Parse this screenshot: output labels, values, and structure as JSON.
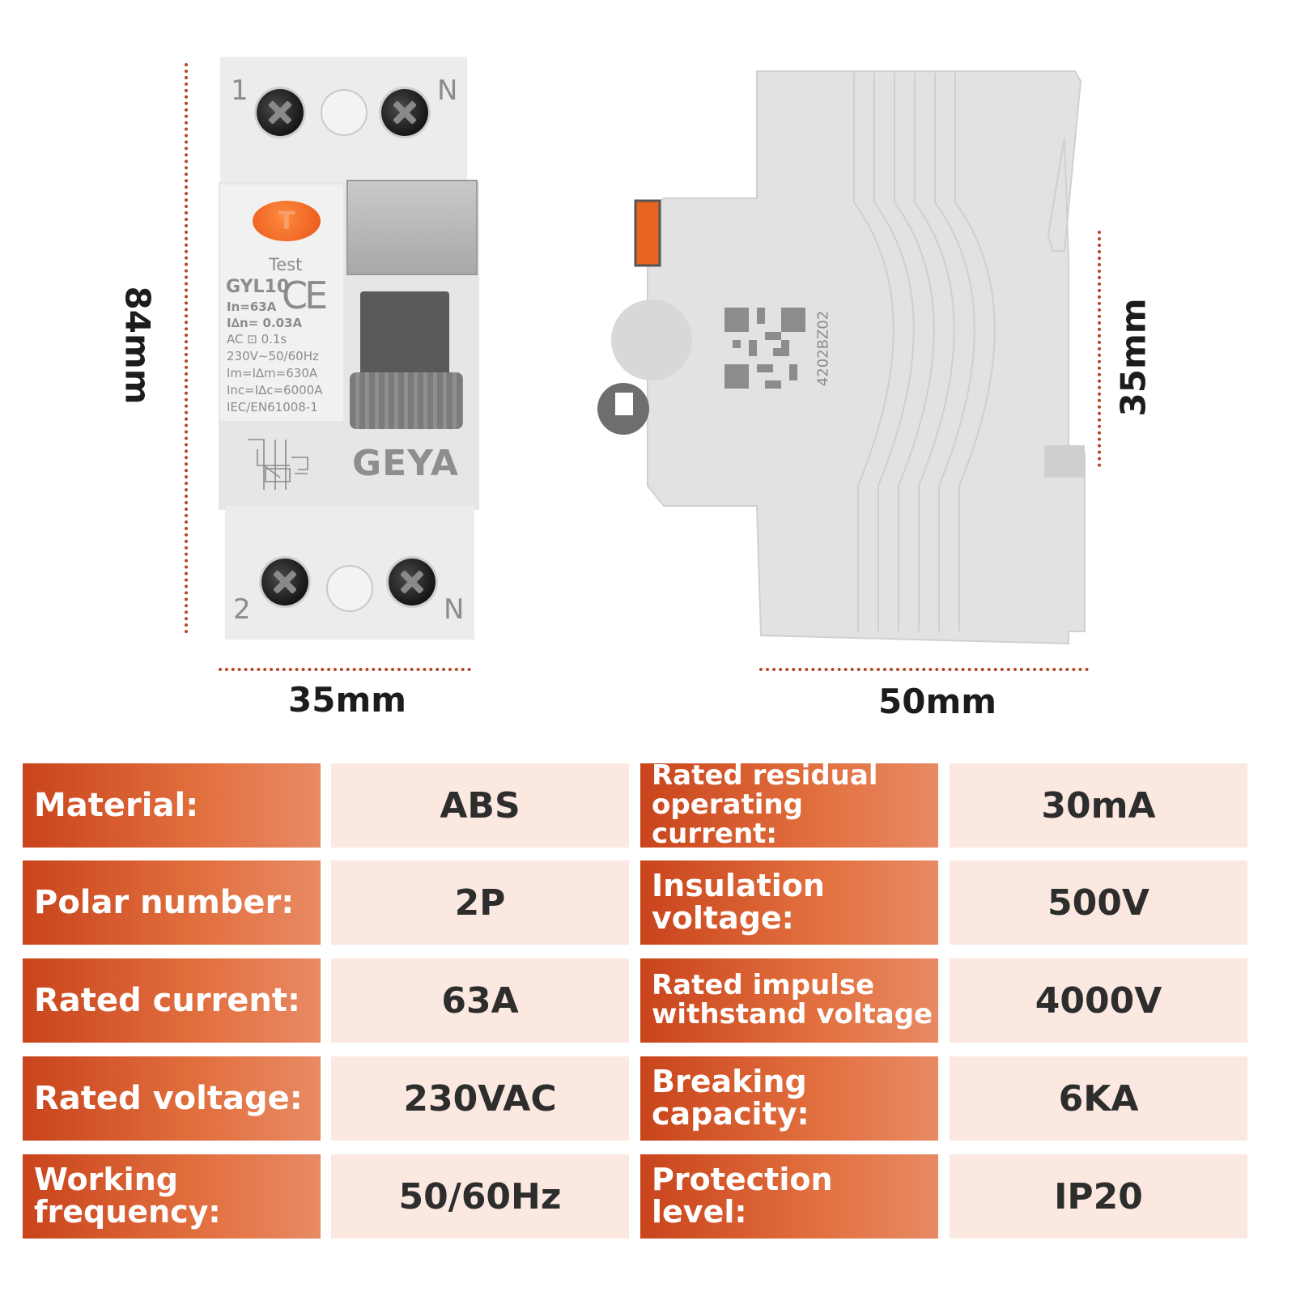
{
  "dimensions": {
    "height_front": "84mm",
    "width_front": "35mm",
    "depth_side": "50mm",
    "rail_side": "35mm"
  },
  "device_front": {
    "terminal_top_left": "1",
    "terminal_top_right": "N",
    "terminal_bottom_left": "2",
    "terminal_bottom_right": "N",
    "test_button": "T",
    "test_label": "Test",
    "model": "GYL10",
    "ce_mark": "CE",
    "rating_lines": [
      "In=63A",
      "I∆n= 0.03A",
      "AC  ⊡   0.1s",
      "230V∼50/60Hz",
      "Im=I∆m=630A",
      "Inc=I∆c=6000A",
      "IEC/EN61008-1"
    ],
    "brand": "GEYA"
  },
  "device_side": {
    "qr_code_text": "4202BZ02"
  },
  "specs": [
    {
      "label": "Material:",
      "value": "ABS"
    },
    {
      "label": "Rated residual operating current:",
      "value": "30mA"
    },
    {
      "label": "Polar number:",
      "value": "2P"
    },
    {
      "label": "Insulation voltage:",
      "value": "500V"
    },
    {
      "label": "Rated current:",
      "value": "63A"
    },
    {
      "label": "Rated impulse withstand voltage",
      "value": "4000V"
    },
    {
      "label": "Rated voltage:",
      "value": "230VAC"
    },
    {
      "label": "Breaking capacity:",
      "value": "6KA"
    },
    {
      "label": "Working frequency:",
      "value": "50/60Hz"
    },
    {
      "label": "Protection level:",
      "value": "IP20"
    }
  ],
  "colors": {
    "accent": "#d4532a",
    "value_bg": "#fbe9e1",
    "dim_line": "#b5452a"
  }
}
